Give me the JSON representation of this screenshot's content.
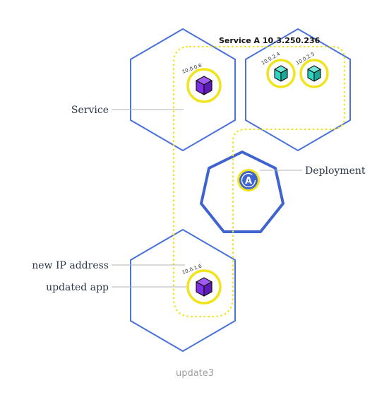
{
  "diagram": {
    "service_title": "Service A 10.3.250.236",
    "callouts": {
      "service": "Service",
      "deployment": "Deployment",
      "new_ip": "new IP address",
      "updated_app": "updated app"
    },
    "pods": {
      "pod_top_left": "10.0.0.6",
      "pod_top_right_1": "10.0.2.4",
      "pod_top_right_2": "10.0.2.5",
      "pod_bottom": "10.0.1.6"
    },
    "deployment_glyph": "A",
    "caption": "update3",
    "colors": {
      "node_outline": "#4a72d8",
      "pod_ring": "#f1e31c",
      "pod_purple": "#7d2ee6",
      "pod_teal": "#2fd4c0",
      "service_boundary": "#f1e31c",
      "deployment_blue": "#3f64cf",
      "callout_line": "#b3b3b3",
      "caption": "#9e9e9e"
    },
    "icons": [
      "cube-icon",
      "deployment-icon"
    ]
  }
}
